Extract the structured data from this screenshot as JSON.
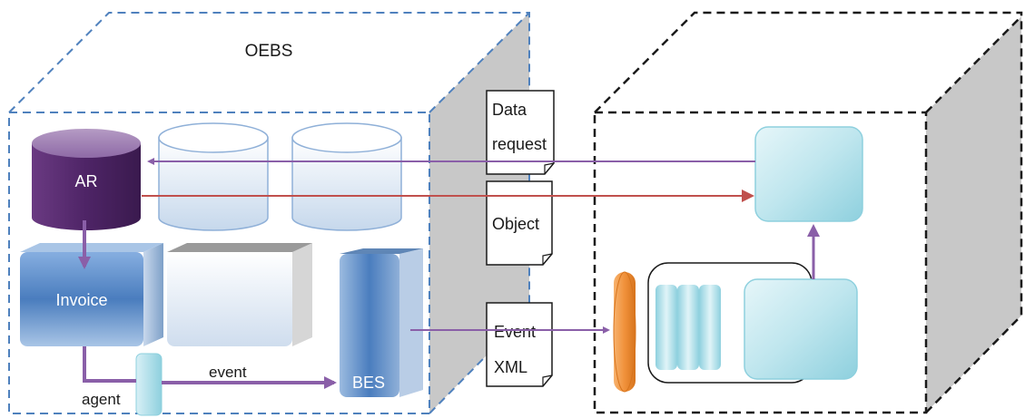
{
  "oebs": {
    "title": "OEBS",
    "ar_label": "AR",
    "invoice_label": "Invoice",
    "bes_label": "BES",
    "agent_label": "agent",
    "event_label": "event"
  },
  "documents": {
    "data_request": [
      "Data",
      "request"
    ],
    "object": [
      "Object"
    ],
    "event_xml": [
      "Event",
      "XML"
    ]
  },
  "colors": {
    "purple_arrow": "#8a5fa8",
    "red_arrow": "#c0504d",
    "oebs_border": "#4f81bd",
    "ar_cylinder": "#5a2a6e",
    "invoice_box": "#4a7dbe",
    "cyan_box": "#bfe6ee",
    "orange_cylinder": "#f0913a",
    "gray_side": "#c8c8c8"
  }
}
